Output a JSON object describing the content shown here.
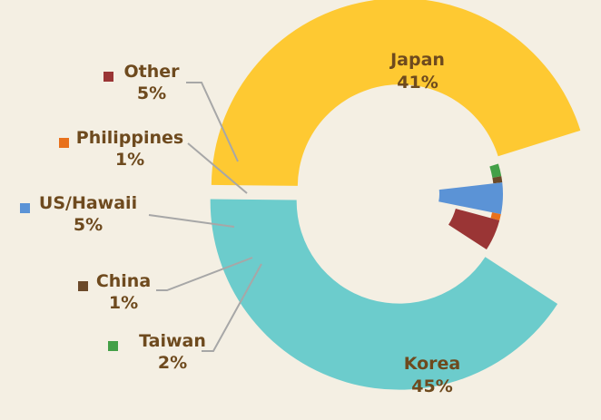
{
  "chart_data": {
    "type": "pie",
    "variant": "donut",
    "title": "",
    "legend": "none",
    "slices": [
      {
        "name": "Japan",
        "pct_label": "41%",
        "value": 41,
        "color": "#6ccccc"
      },
      {
        "name": "Korea",
        "pct_label": "45%",
        "value": 45,
        "color": "#fec932"
      },
      {
        "name": "Taiwan",
        "pct_label": "2%",
        "value": 2,
        "color": "#43a047"
      },
      {
        "name": "China",
        "pct_label": "1%",
        "value": 1,
        "color": "#6b4a2a"
      },
      {
        "name": "US/Hawaii",
        "pct_label": "5%",
        "value": 5,
        "color": "#5b93d6"
      },
      {
        "name": "Philippines",
        "pct_label": "1%",
        "value": 1,
        "color": "#e8711c"
      },
      {
        "name": "Other",
        "pct_label": "5%",
        "value": 5,
        "color": "#9a3535"
      }
    ],
    "colors": {
      "background": "#f4efe3",
      "label_text": "#6e4a1e",
      "leader_line": "#a7a7a7"
    }
  }
}
